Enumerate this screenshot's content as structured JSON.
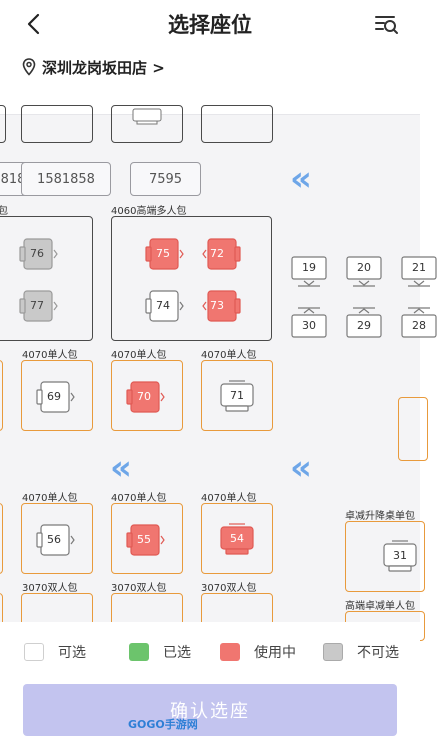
{
  "header": {
    "title": "选择座位"
  },
  "store": {
    "name": "深圳龙岗坂田店 >"
  },
  "map": {
    "tags": [
      "1581858",
      "7595"
    ],
    "room_labels": {
      "left_top": "包",
      "multi": "4060高端多人包",
      "r4070_a1": "4070单人包",
      "r4070_a2": "4070单人包",
      "r4070_a3": "4070单人包",
      "r4070_b1": "4070单人包",
      "r4070_b2": "4070单人包",
      "r4070_b3": "4070单人包",
      "lift": "卓减升降桌单包",
      "d3070_1": "3070双人包",
      "d3070_2": "3070双人包",
      "d3070_3": "3070双人包",
      "high": "高端卓减单人包"
    },
    "seats": {
      "s76": "76",
      "s77": "77",
      "s75": "75",
      "s72": "72",
      "s74": "74",
      "s73": "73",
      "s69": "69",
      "s70": "70",
      "s71": "71",
      "s56": "56",
      "s55": "55",
      "s54": "54",
      "s31": "31",
      "s19": "19",
      "s20": "20",
      "s21": "21",
      "s30": "30",
      "s29": "29",
      "s28": "28"
    }
  },
  "legend": {
    "available": "可选",
    "selected": "已选",
    "in_use": "使用中",
    "unavailable": "不可选"
  },
  "colors": {
    "in_use": "#f07670",
    "selected": "#6cc46c",
    "unavailable": "#c9c9c9",
    "accent": "#c3c4ef",
    "chevron": "#6ea6e8",
    "room_border": "#e89a3c"
  },
  "confirm": {
    "label": "确认选座"
  },
  "watermark": "GOGO手游网"
}
